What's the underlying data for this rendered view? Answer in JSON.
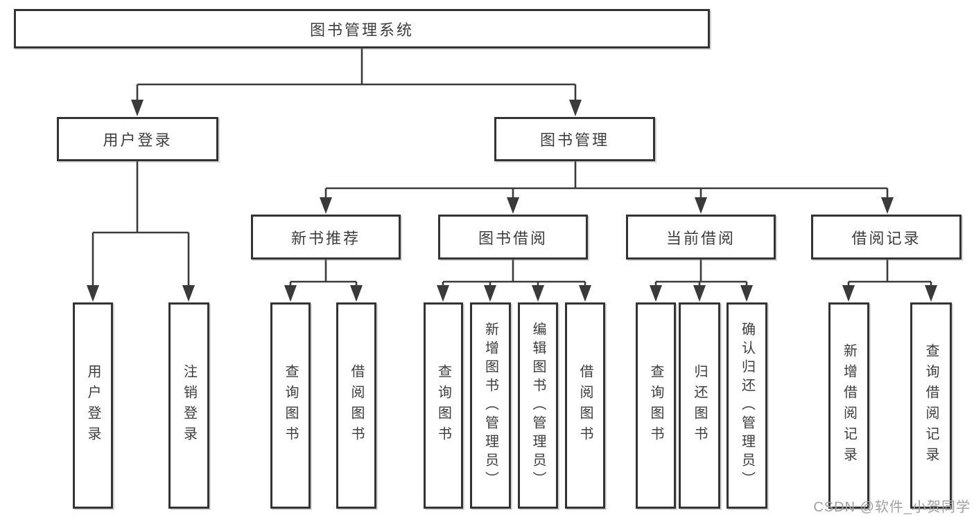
{
  "diagram": {
    "type": "hierarchy-tree",
    "title": "图书管理系统"
  },
  "nodes": [
    {
      "id": "root",
      "label": "图书管理系统",
      "parent": null
    },
    {
      "id": "user-login",
      "label": "用户登录",
      "parent": "root"
    },
    {
      "id": "book-management",
      "label": "图书管理",
      "parent": "root"
    },
    {
      "id": "new-book-recommend",
      "label": "新书推荐",
      "parent": "book-management"
    },
    {
      "id": "book-borrow",
      "label": "图书借阅",
      "parent": "book-management"
    },
    {
      "id": "current-borrow",
      "label": "当前借阅",
      "parent": "book-management"
    },
    {
      "id": "borrow-records",
      "label": "借阅记录",
      "parent": "book-management"
    },
    {
      "id": "user-login-leaf",
      "label": "用户登录",
      "parent": "user-login"
    },
    {
      "id": "logout",
      "label": "注销登录",
      "parent": "user-login"
    },
    {
      "id": "query-books-recommend",
      "label": "查询图书",
      "parent": "new-book-recommend"
    },
    {
      "id": "borrow-books-recommend",
      "label": "借阅图书",
      "parent": "new-book-recommend"
    },
    {
      "id": "query-books-borrow",
      "label": "查询图书",
      "parent": "book-borrow"
    },
    {
      "id": "add-book-admin",
      "label": "新增图书（管理员）",
      "parent": "book-borrow"
    },
    {
      "id": "edit-book-admin",
      "label": "编辑图书（管理员）",
      "parent": "book-borrow"
    },
    {
      "id": "borrow-books",
      "label": "借阅图书",
      "parent": "book-borrow"
    },
    {
      "id": "query-books-current",
      "label": "查询图书",
      "parent": "current-borrow"
    },
    {
      "id": "return-book",
      "label": "归还图书",
      "parent": "current-borrow"
    },
    {
      "id": "confirm-return-admin",
      "label": "确认归还（管理员）",
      "parent": "current-borrow"
    },
    {
      "id": "add-borrow-record",
      "label": "新增借阅记录",
      "parent": "borrow-records"
    },
    {
      "id": "query-borrow-record",
      "label": "查询借阅记录",
      "parent": "borrow-records"
    }
  ],
  "watermark": {
    "text": "CSDN @软件_小贺同学"
  },
  "colors": {
    "line": "#3a3a3a",
    "border": "#333333",
    "text": "#3d3d3d",
    "background": "#ffffff",
    "watermark": "#a0a0a0"
  }
}
